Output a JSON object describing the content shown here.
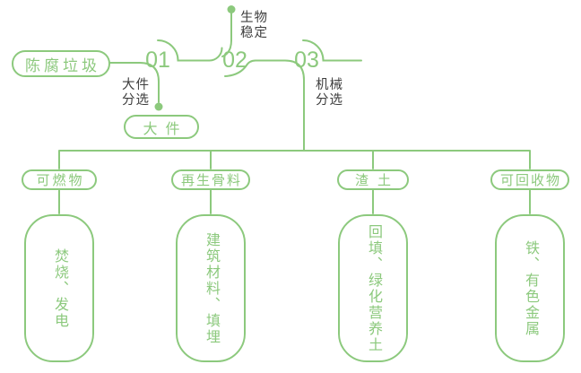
{
  "colors": {
    "accent_green": "#8cc97d",
    "label_gray": "#3e3e3e",
    "background": "#ffffff"
  },
  "flow": {
    "source_label": "陈腐垃圾",
    "steps": [
      {
        "number": "01",
        "process_line1": "大件",
        "process_line2": "分选"
      },
      {
        "number": "02",
        "process_line1": "生物",
        "process_line2": "稳定"
      },
      {
        "number": "03",
        "process_line1": "机械",
        "process_line2": "分选"
      }
    ],
    "bulky_output_label": "大件"
  },
  "branches": [
    {
      "category": "可燃物",
      "output": "焚烧、发电"
    },
    {
      "category": "再生骨料",
      "output": "建筑材料、填埋"
    },
    {
      "category": "渣土",
      "output": "回填、绿化营养土"
    },
    {
      "category": "可回收物",
      "output": "铁、有色金属"
    }
  ]
}
